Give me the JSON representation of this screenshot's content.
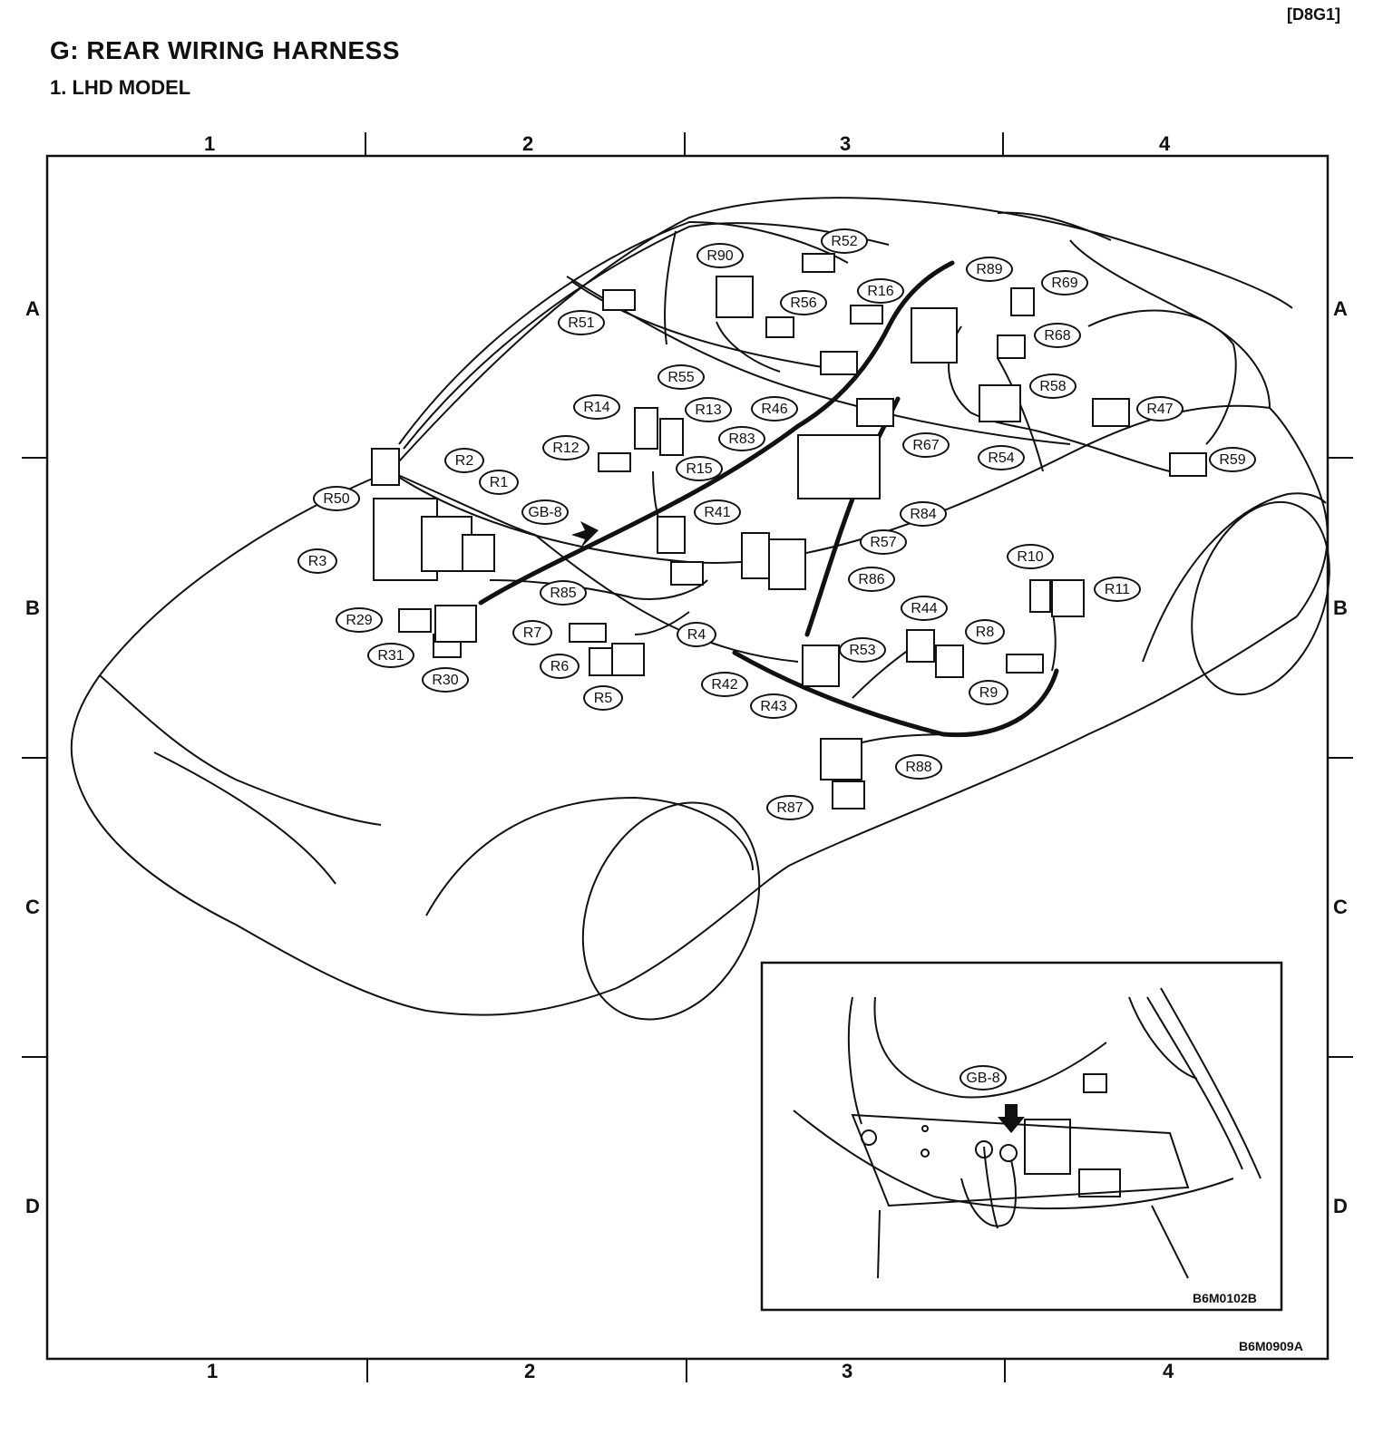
{
  "header": {
    "ref_code": "[D8G1]",
    "title": "G:  REAR WIRING HARNESS",
    "subtitle": "1.  LHD MODEL"
  },
  "grid": {
    "columns": [
      "1",
      "2",
      "3",
      "4"
    ],
    "rows": [
      "A",
      "B",
      "C",
      "D"
    ]
  },
  "callouts": {
    "R52": "R52",
    "R90": "R90",
    "R16": "R16",
    "R89": "R89",
    "R69": "R69",
    "R56": "R56",
    "R51": "R51",
    "R68": "R68",
    "R55": "R55",
    "R58": "R58",
    "R14": "R14",
    "R13": "R13",
    "R46": "R46",
    "R47": "R47",
    "R83": "R83",
    "R12": "R12",
    "R67": "R67",
    "R54": "R54",
    "R59": "R59",
    "R2": "R2",
    "R15": "R15",
    "R1": "R1",
    "R50": "R50",
    "GB8": "GB-8",
    "R41": "R41",
    "R84": "R84",
    "R57": "R57",
    "R3": "R3",
    "R10": "R10",
    "R86": "R86",
    "R11": "R11",
    "R85": "R85",
    "R44": "R44",
    "R29": "R29",
    "R7": "R7",
    "R4": "R4",
    "R8": "R8",
    "R53": "R53",
    "R31": "R31",
    "R6": "R6",
    "R30": "R30",
    "R42": "R42",
    "R9": "R9",
    "R5": "R5",
    "R43": "R43",
    "R88": "R88",
    "R87": "R87"
  },
  "inset": {
    "callout": "GB-8",
    "code": "B6M0102B"
  },
  "figure_code": "B6M0909A"
}
